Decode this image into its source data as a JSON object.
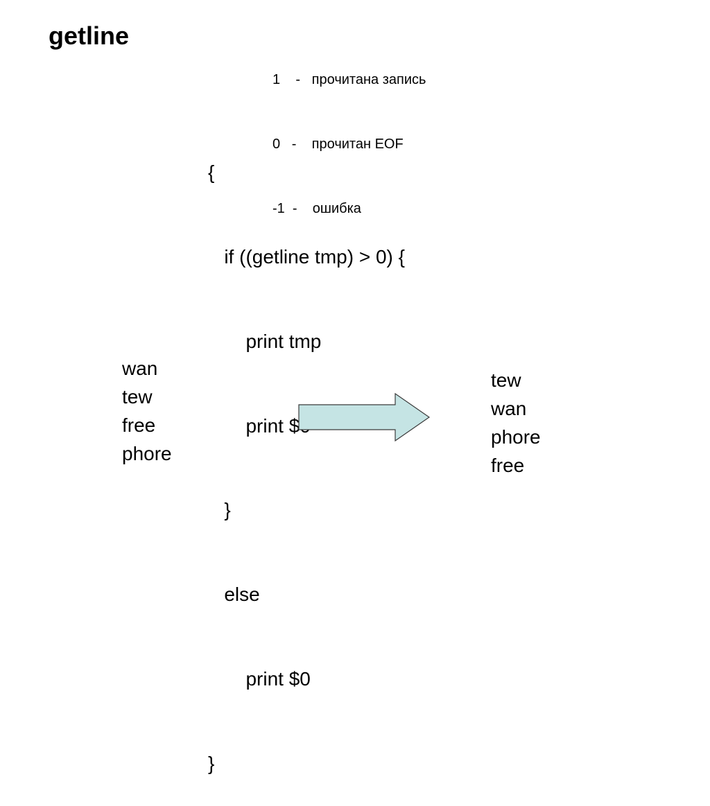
{
  "slide": {
    "title": "getline"
  },
  "return_codes": [
    "1    -   прочитана запись",
    "0   -    прочитан EOF",
    "-1  -    ошибка"
  ],
  "code_lines": [
    "{",
    "   if ((getline tmp) > 0) {",
    "       print tmp",
    "       print $0",
    "   }",
    "   else",
    "       print $0",
    "}"
  ],
  "input_words": [
    "wan",
    "tew",
    "free",
    "phore"
  ],
  "output_words": [
    "tew",
    "wan",
    "phore",
    "free"
  ],
  "arrow": {
    "icon": "right-arrow-icon",
    "fill": "#c5e4e4",
    "stroke": "#3a3a3a"
  }
}
